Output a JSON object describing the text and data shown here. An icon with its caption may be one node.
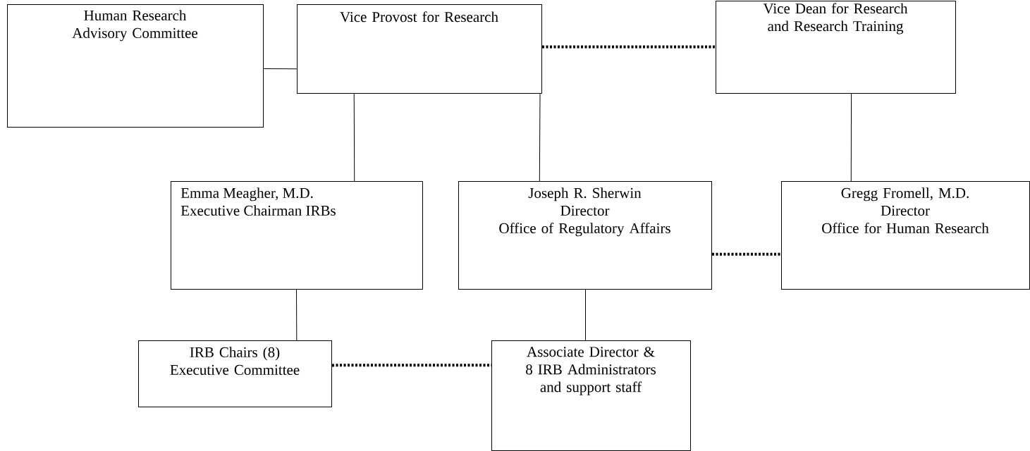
{
  "diagram": {
    "nodes": [
      {
        "text": [
          "Human Research Advisory Committee"
        ]
      },
      {
        "text": [
          "Vice Provost for Research"
        ]
      },
      {
        "text": [
          "Vice Dean for Research and Research Training"
        ]
      },
      {
        "text": [
          "Emma Meagher, M.D.",
          "Executive Chairman IRBs"
        ]
      },
      {
        "text": [
          "Joseph R. Sherwin",
          "Director",
          "Office of Regulatory Affairs"
        ]
      },
      {
        "text": [
          "Gregg Fromell, M.D.",
          "Director",
          "Office for Human Research"
        ]
      },
      {
        "text": [
          "IRB Chairs (8)",
          "Executive Committee"
        ]
      },
      {
        "text": [
          "Associate Director & 8 IRB Administrators and support staff"
        ]
      }
    ],
    "edges": [
      {
        "from": 0,
        "to": 1,
        "arrow": "none"
      },
      {
        "from": 1,
        "to": 2,
        "arrow": "none",
        "style": "dashed"
      },
      {
        "from": 1,
        "to": 3,
        "arrow": "none"
      },
      {
        "from": 1,
        "to": 4,
        "arrow": "none"
      },
      {
        "from": 2,
        "to": 5,
        "arrow": "none"
      },
      {
        "from": 4,
        "to": 5,
        "arrow": "none",
        "style": "dashed"
      },
      {
        "from": 3,
        "to": 6,
        "arrow": "none"
      },
      {
        "from": 4,
        "to": 7,
        "arrow": "none"
      },
      {
        "from": 6,
        "to": 7,
        "arrow": "none",
        "style": "dashed"
      }
    ]
  }
}
